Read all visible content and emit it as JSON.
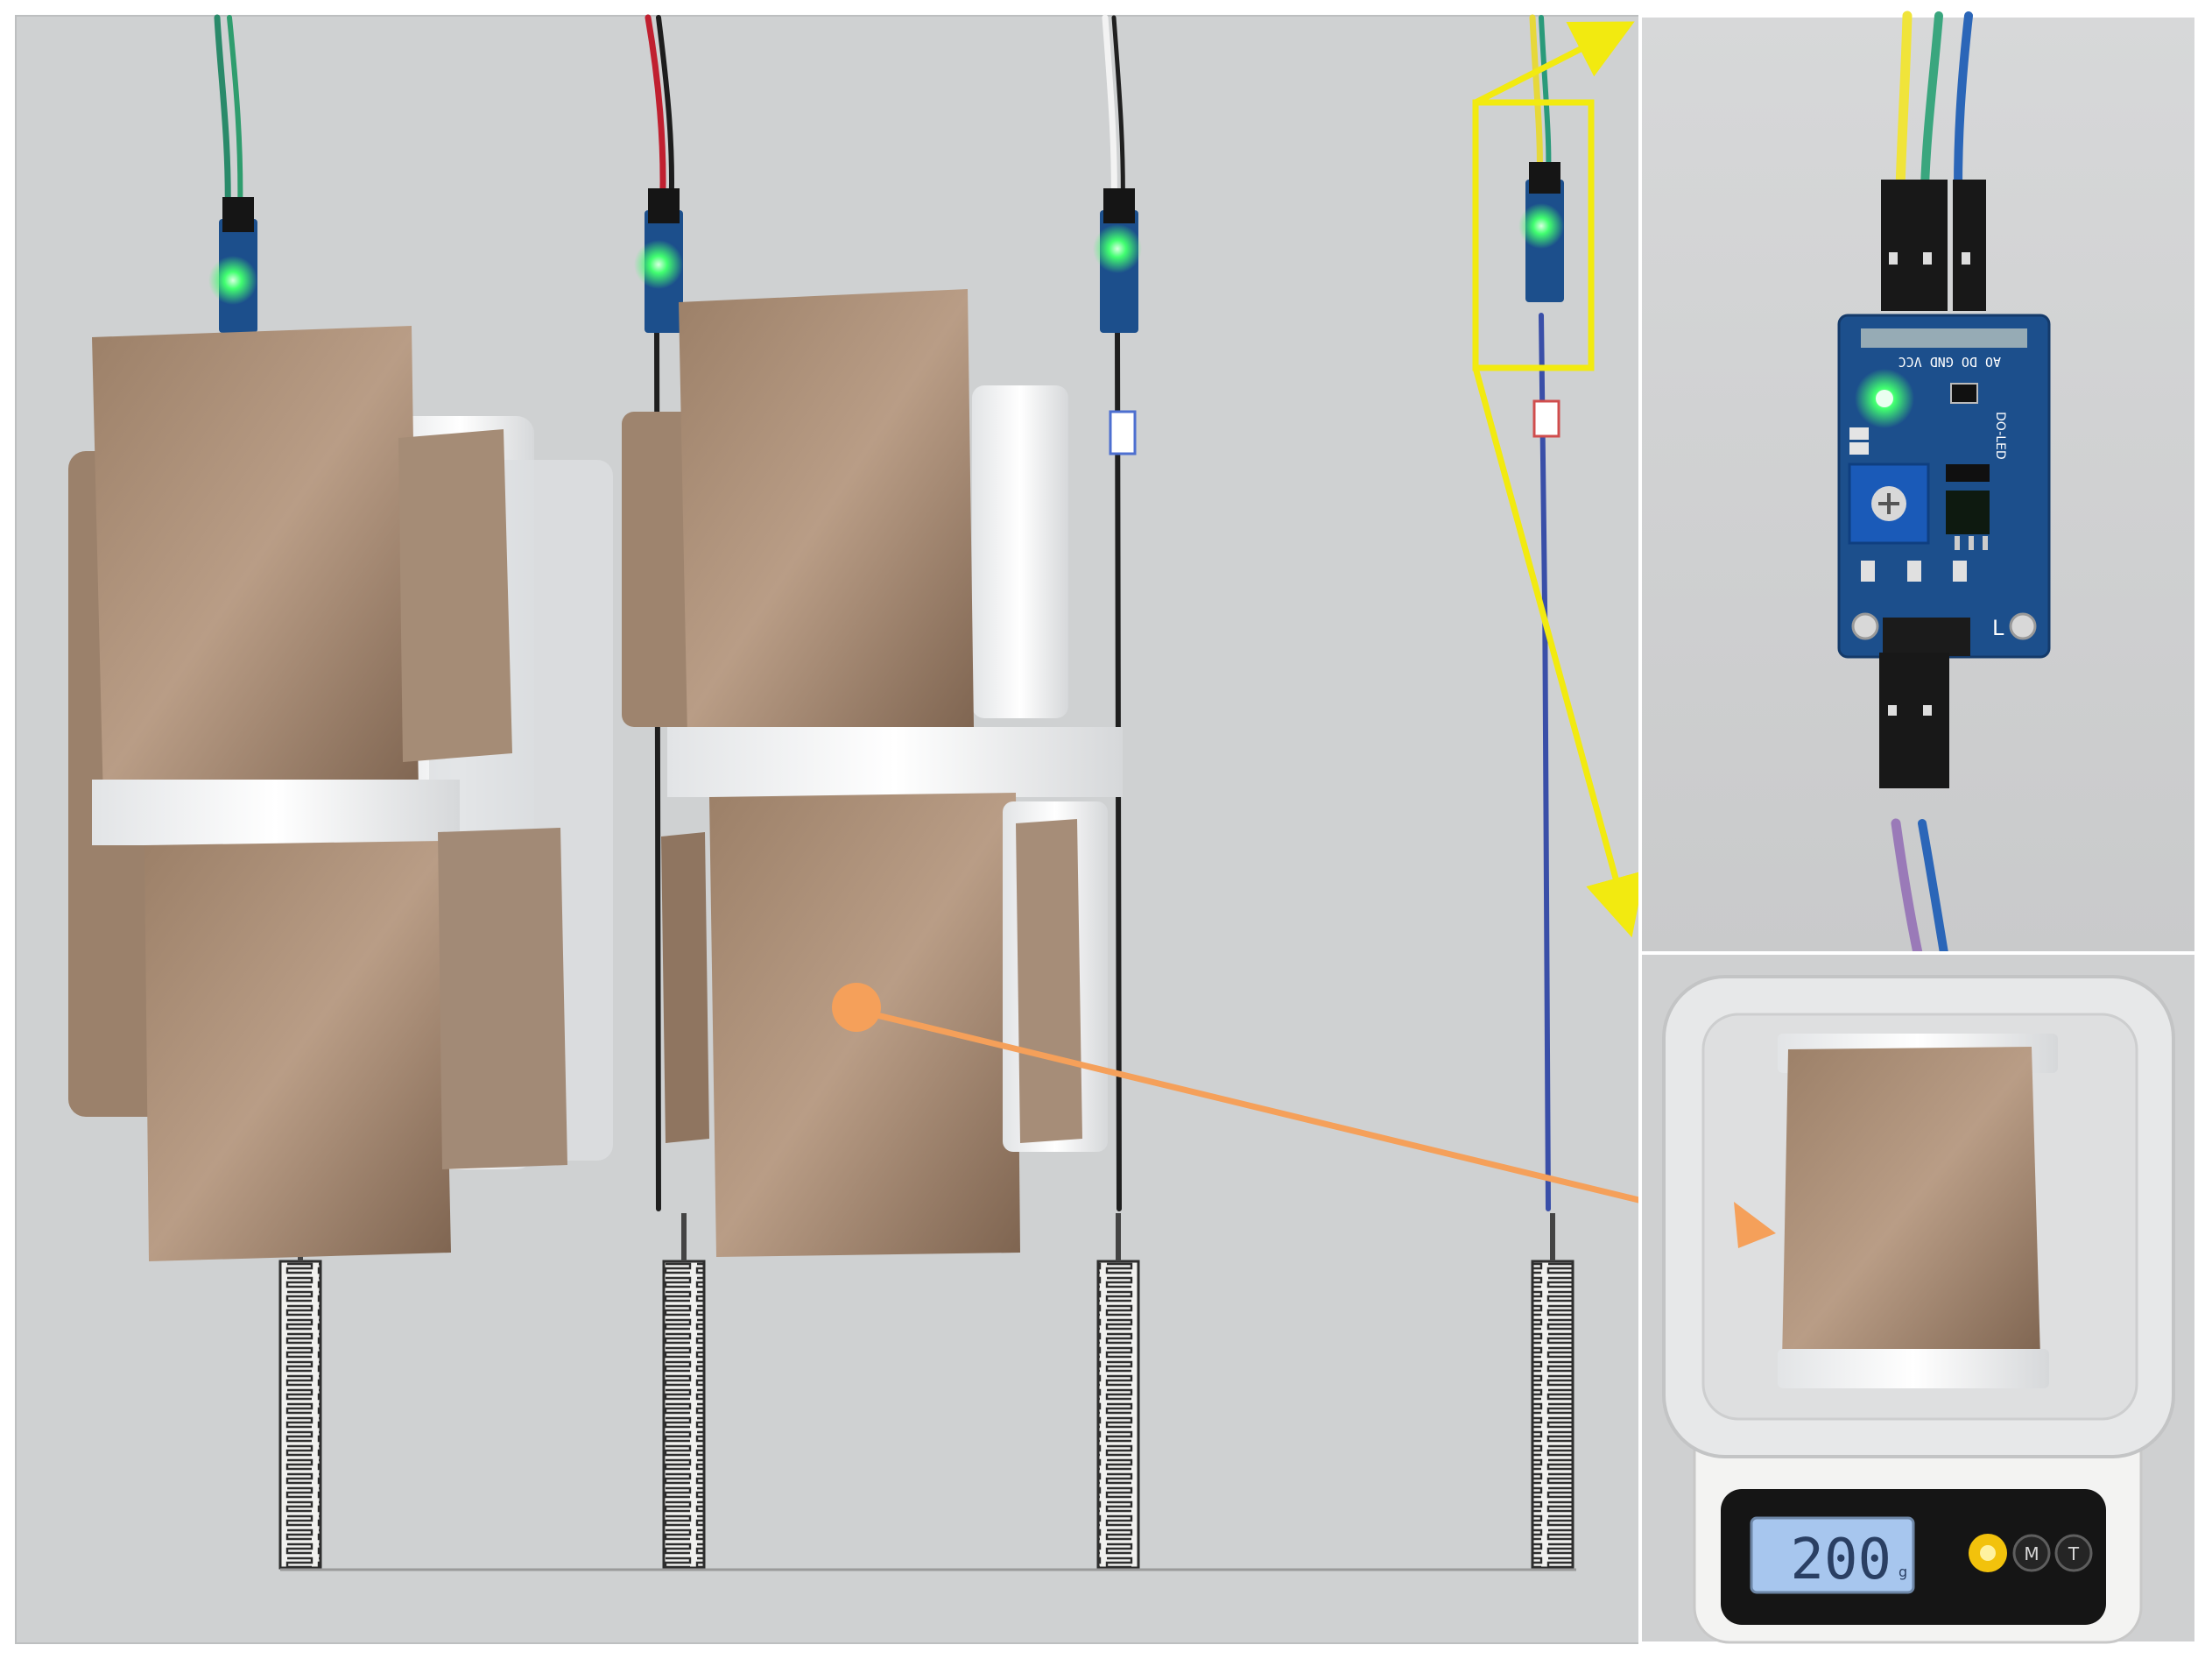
{
  "panels": {
    "main": {
      "label": "force sensor array loaded with sand bags"
    },
    "inset_top": {
      "label": "sensor module close-up"
    },
    "inset_bottom": {
      "label": "sand bag on kitchen scale"
    }
  },
  "module": {
    "pin_labels": "AO DO GND VCC",
    "led_label": "DO-LED",
    "lower_marker": "L"
  },
  "scale": {
    "display_value": "200",
    "display_unit": "g",
    "buttons": [
      "M",
      "T"
    ]
  },
  "colors": {
    "highlight": "#f2ea10",
    "callout": "#f5a05a",
    "board": "#1c4f8c",
    "led": "#41ff70",
    "sand": "#8d7158",
    "background": "#cfd1d2",
    "lcd": "#a7c6ee"
  },
  "icons": [
    "arrow-icon",
    "dot-icon",
    "led-icon",
    "potentiometer-icon"
  ]
}
